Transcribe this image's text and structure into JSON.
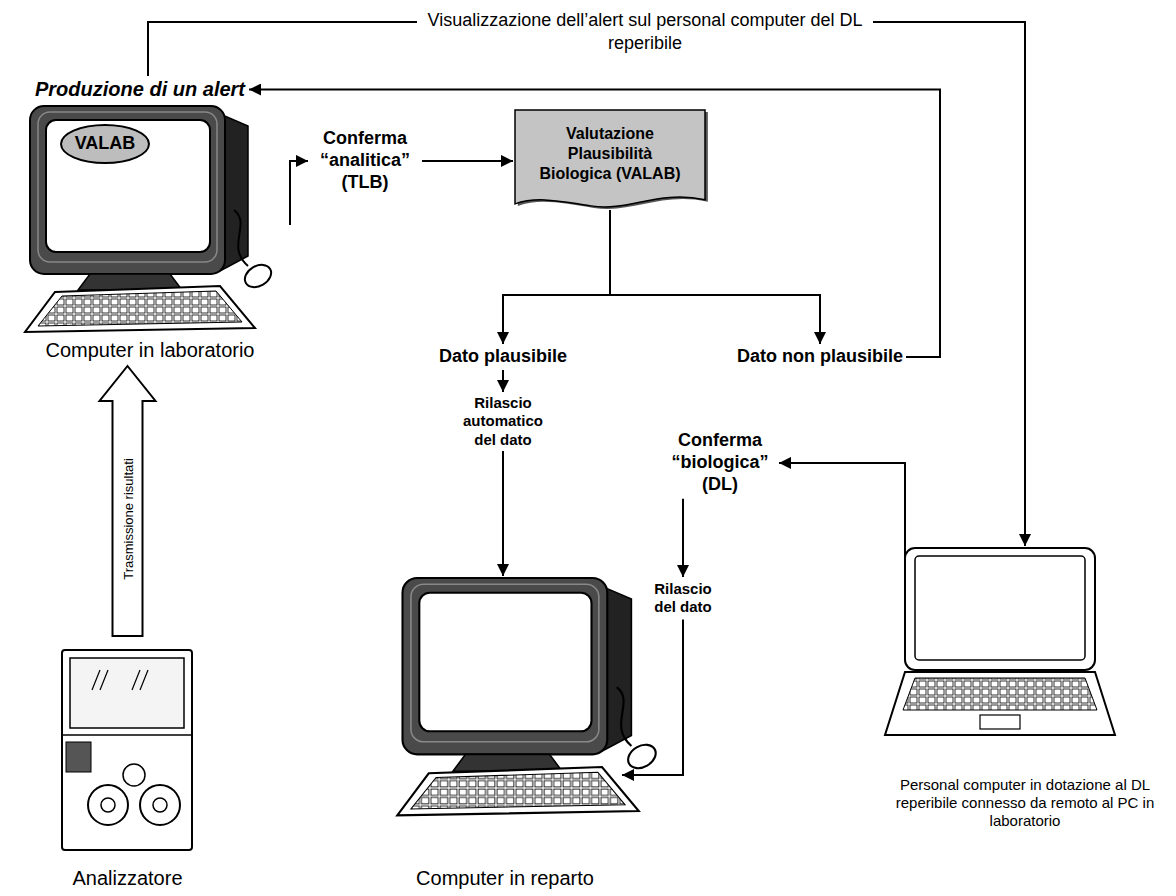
{
  "diagram": {
    "nodes": [
      {
        "text": [
          "Produzione di un alert"
        ]
      },
      {
        "text": [
          "Computer in laboratorio"
        ]
      },
      {
        "text": [
          "VALAB"
        ],
        "in": 1
      },
      {
        "text": [
          "Conferma “analitica” (TLB)"
        ]
      },
      {
        "text": [
          "Valutazione Plausibilità Biologica (VALAB)"
        ]
      },
      {
        "text": [
          "Dato plausibile"
        ]
      },
      {
        "text": [
          "Dato non plausibile"
        ]
      },
      {
        "text": [
          "Rilascio automatico del dato"
        ]
      },
      {
        "text": [
          "Conferma “biologica” (DL)"
        ]
      },
      {
        "text": [
          "Rilascio del dato"
        ]
      },
      {
        "text": [
          "Analizzatore"
        ]
      },
      {
        "text": [
          "Computer in reparto"
        ]
      },
      {
        "text": [
          "Personal computer in dotazione al DL reperibile connesso da remoto al PC in laboratorio"
        ]
      }
    ],
    "edges": [
      {
        "from": 10,
        "to": 1,
        "arrow": "to",
        "label": "Trasmissione risultati"
      },
      {
        "from": 1,
        "to": 3,
        "arrow": "to"
      },
      {
        "from": 3,
        "to": 4,
        "arrow": "to"
      },
      {
        "from": 4,
        "to": 5,
        "arrow": "to"
      },
      {
        "from": 4,
        "to": 6,
        "arrow": "to"
      },
      {
        "from": 6,
        "to": 0,
        "arrow": "to"
      },
      {
        "from": 0,
        "to": 12,
        "arrow": "to",
        "label": "Visualizzazione dell’alert sul personal computer del DL reperibile"
      },
      {
        "from": 5,
        "to": 7,
        "arrow": "to"
      },
      {
        "from": 7,
        "to": 11,
        "arrow": "to"
      },
      {
        "from": 12,
        "to": 8,
        "arrow": "to"
      },
      {
        "from": 8,
        "to": 9,
        "arrow": "to"
      },
      {
        "from": 9,
        "to": 11,
        "arrow": "to"
      }
    ]
  }
}
